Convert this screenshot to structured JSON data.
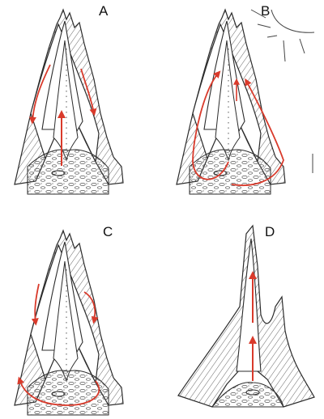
{
  "panels": [
    {
      "label": "A"
    },
    {
      "label": "B"
    },
    {
      "label": "C"
    },
    {
      "label": "D"
    }
  ],
  "colors": {
    "arrow": "#d93a2b",
    "ink": "#2b2b2b"
  },
  "icons": {
    "sun": "sun-icon"
  }
}
